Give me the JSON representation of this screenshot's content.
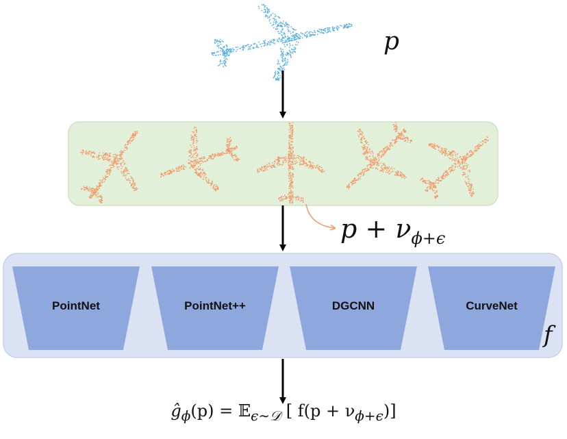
{
  "input_label": "p",
  "perturbed_label": {
    "base": "p + ν",
    "subscript": "ϕ+ϵ"
  },
  "models_label": "f",
  "models": [
    {
      "name": "PointNet"
    },
    {
      "name": "PointNet++"
    },
    {
      "name": "DGCNN"
    },
    {
      "name": "CurveNet"
    }
  ],
  "formula": {
    "lhs": "ĝ",
    "lhs_sub": "ϕ",
    "lhs_arg": "(p) = ",
    "expect": "𝔼",
    "expect_sub": "ϵ∼𝒟",
    "rhs": " [ f(p + ν",
    "rhs_sub": "ϕ+ϵ",
    "rhs_end": ")]"
  },
  "colors": {
    "input_points": "#5aaee0",
    "perturbed_points": "#ef9a6a",
    "aug_panel": "#e2efd9",
    "aug_panel_border": "#cfe2c2",
    "model_panel": "#dbe2f3",
    "model_panel_border": "#c6d2ec",
    "trapezoid": "#8ea8dd",
    "arrow": "#000000"
  }
}
